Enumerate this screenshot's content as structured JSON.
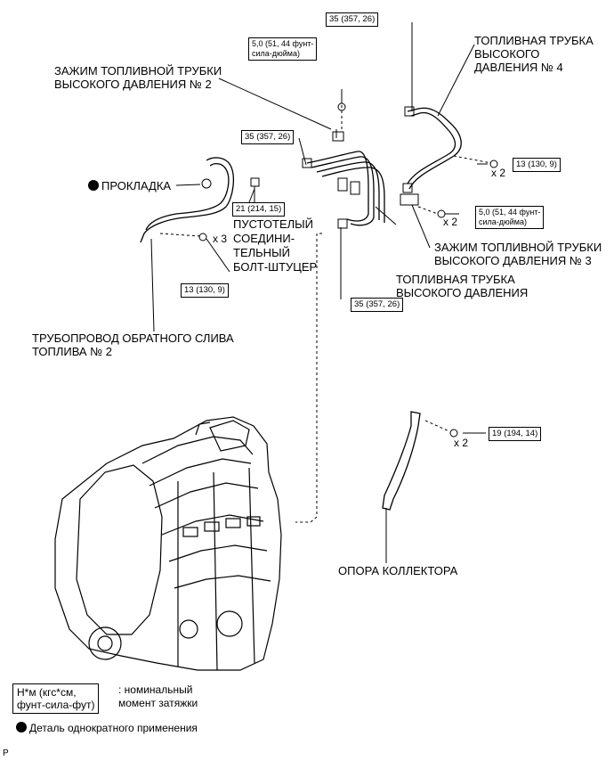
{
  "labels": {
    "clamp2": [
      "ЗАЖИМ ТОПЛИВНОЙ ТРУБКИ",
      "ВЫСОКОГО ДАВЛЕНИЯ № 2"
    ],
    "tube4": [
      "ТОПЛИВНАЯ ТРУБКА",
      "ВЫСОКОГО",
      "ДАВЛЕНИЯ № 4"
    ],
    "gasket": "ПРОКЛАДКА",
    "union_bolt": [
      "ПУСТОТЕЛЫЙ",
      "СОЕДИНИ-",
      "ТЕЛЬНЫЙ",
      "БОЛТ-ШТУЦЕР"
    ],
    "clamp3": [
      "ЗАЖИМ ТОПЛИВНОЙ ТРУБКИ",
      "ВЫСОКОГО ДАВЛЕНИЯ № 3"
    ],
    "tube": [
      "ТОПЛИВНАЯ ТРУБКА",
      "ВЫСОКОГО ДАВЛЕНИЯ"
    ],
    "return_pipe": [
      "ТРУБОПРОВОД ОБРАТНОГО СЛИВА",
      "ТОПЛИВА № 2"
    ],
    "manifold_stay": "ОПОРА КОЛЛЕКТОРА"
  },
  "torques": {
    "t_top": "35 (357, 26)",
    "t_clamp2": [
      "5,0 (51, 44 фунт-",
      "сила-дюйма)"
    ],
    "t_left35": "35 (357, 26)",
    "t_union": "21 (214, 15)",
    "t_right13": "13 (130, 9)",
    "t_clamp3": [
      "5,0 (51, 44 фунт-",
      "сила-дюйма)"
    ],
    "t_bot35": "35 (357, 26)",
    "t_pipe13": "13 (130, 9)",
    "t_stay19": "19 (194, 14)"
  },
  "multipliers": {
    "x2_a": "x 2",
    "x2_b": "x 2",
    "x3": "x 3",
    "x2_c": "x 2"
  },
  "legend": {
    "torque_unit": [
      "Н*м (кгс*см,",
      "фунт-сила-фут)"
    ],
    "torque_desc": [
      ": номинальный",
      "момент затяжки"
    ],
    "single_use": "Деталь однократного применения"
  },
  "corner_mark": "P"
}
